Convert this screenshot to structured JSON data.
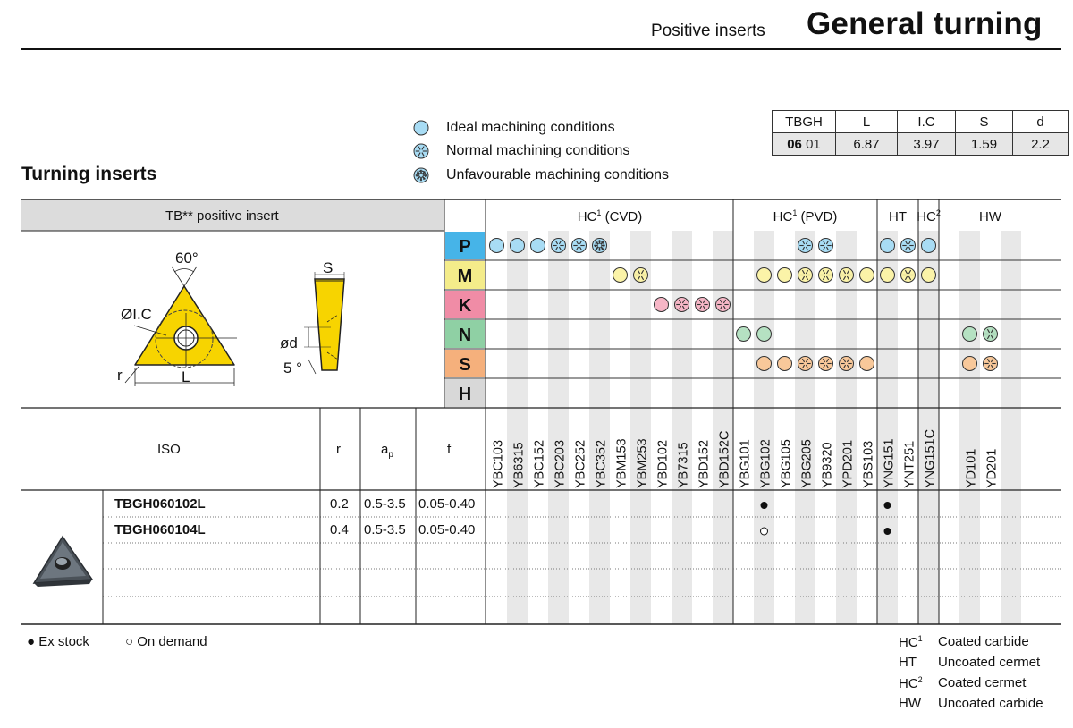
{
  "header": {
    "subtitle": "Positive inserts",
    "title": "General turning"
  },
  "section_title": "Turning inserts",
  "legend": [
    {
      "icon": "ideal-circle-icon",
      "label": "Ideal machining conditions"
    },
    {
      "icon": "normal-flower-icon",
      "label": "Normal machining conditions"
    },
    {
      "icon": "unfavourable-flower-icon",
      "label": "Unfavourable machining conditions"
    }
  ],
  "spec_table": {
    "headers": [
      "TBGH",
      "L",
      "I.C",
      "S",
      "d"
    ],
    "row": {
      "code_bold": "06",
      "code_rest": "01",
      "L": "6.87",
      "IC": "3.97",
      "S": "1.59",
      "d": "2.2"
    }
  },
  "insert_header": "TB** positive insert",
  "drawing": {
    "angle": "60°",
    "ic": "ØI.C",
    "r": "r",
    "L": "L",
    "S": "S",
    "d": "ød",
    "clearance": "5 °"
  },
  "groups": [
    {
      "label": "HC",
      "sup": "1",
      "suffix": " (CVD)"
    },
    {
      "label": "HC",
      "sup": "1",
      "suffix": " (PVD)"
    },
    {
      "label": "HT",
      "sup": "",
      "suffix": ""
    },
    {
      "label": "HC",
      "sup": "2",
      "suffix": ""
    },
    {
      "label": "HW",
      "sup": "",
      "suffix": ""
    }
  ],
  "materials": [
    {
      "letter": "P",
      "color": "#46b4e8"
    },
    {
      "letter": "M",
      "color": "#f4ec8a"
    },
    {
      "letter": "K",
      "color": "#f08ca6"
    },
    {
      "letter": "N",
      "color": "#8fd0a4"
    },
    {
      "letter": "S",
      "color": "#f5b07c"
    },
    {
      "letter": "H",
      "color": "#d8d8d8"
    }
  ],
  "grades": [
    "YBC103",
    "YB6315",
    "YBC152",
    "YBC203",
    "YBC252",
    "YBC352",
    "YBM153",
    "YBM253",
    "YBD102",
    "YB7315",
    "YBD152",
    "YBD152C",
    "YBG101",
    "YBG102",
    "YBG105",
    "YBG205",
    "YB9320",
    "YPD201",
    "YBS103",
    "YNG151",
    "YNT251",
    "YNG151C",
    "",
    "YD101",
    "YD201",
    "",
    ""
  ],
  "suitability": {
    "P": [
      [
        "0",
        "ideal"
      ],
      [
        "1",
        "ideal"
      ],
      [
        "2",
        "ideal"
      ],
      [
        "3",
        "normal"
      ],
      [
        "4",
        "normal"
      ],
      [
        "5",
        "unfav"
      ],
      [
        "15",
        "normal"
      ],
      [
        "16",
        "normal"
      ],
      [
        "19",
        "ideal"
      ],
      [
        "20",
        "normal"
      ],
      [
        "21",
        "ideal"
      ]
    ],
    "M": [
      [
        "6",
        "ideal"
      ],
      [
        "7",
        "normal"
      ],
      [
        "13",
        "ideal"
      ],
      [
        "14",
        "ideal"
      ],
      [
        "15",
        "normal"
      ],
      [
        "16",
        "normal"
      ],
      [
        "17",
        "normal"
      ],
      [
        "18",
        "ideal"
      ],
      [
        "19",
        "ideal"
      ],
      [
        "20",
        "normal"
      ],
      [
        "21",
        "ideal"
      ]
    ],
    "K": [
      [
        "8",
        "ideal"
      ],
      [
        "9",
        "normal"
      ],
      [
        "10",
        "normal"
      ],
      [
        "11",
        "normal"
      ]
    ],
    "N": [
      [
        "12",
        "ideal"
      ],
      [
        "13",
        "ideal"
      ],
      [
        "23",
        "ideal"
      ],
      [
        "24",
        "normal"
      ]
    ],
    "S": [
      [
        "13",
        "ideal"
      ],
      [
        "14",
        "ideal"
      ],
      [
        "15",
        "normal"
      ],
      [
        "16",
        "normal"
      ],
      [
        "17",
        "normal"
      ],
      [
        "18",
        "ideal"
      ],
      [
        "23",
        "ideal"
      ],
      [
        "24",
        "normal"
      ]
    ],
    "H": []
  },
  "columns": {
    "iso": "ISO",
    "r": "r",
    "ap": "a",
    "ap_sub": "p",
    "f": "f"
  },
  "rows": [
    {
      "iso": "TBGH060102L",
      "r": "0.2",
      "ap": "0.5-3.5",
      "f": "0.05-0.40",
      "marks": [
        [
          "13",
          "stock"
        ],
        [
          "19",
          "stock"
        ]
      ]
    },
    {
      "iso": "TBGH060104L",
      "r": "0.4",
      "ap": "0.5-3.5",
      "f": "0.05-0.40",
      "marks": [
        [
          "13",
          "demand"
        ],
        [
          "19",
          "stock"
        ]
      ]
    }
  ],
  "footer": {
    "ex_stock": "● Ex stock",
    "on_demand": "○ On demand"
  },
  "glossary": [
    {
      "code": "HC",
      "sup": "1",
      "desc": "Coated carbide"
    },
    {
      "code": "HT",
      "sup": "",
      "desc": "Uncoated cermet"
    },
    {
      "code": "HC",
      "sup": "2",
      "desc": "Coated cermet"
    },
    {
      "code": "HW",
      "sup": "",
      "desc": "Uncoated carbide"
    }
  ],
  "colors": {
    "ideal_P": "#a8dcf4",
    "ideal_M": "#fbf3a8",
    "ideal_K": "#f6b6c6",
    "ideal_N": "#b5e1c2",
    "ideal_S": "#f8c89a",
    "insert_yellow": "#f7d400",
    "header_gray": "#dcdcdc"
  }
}
